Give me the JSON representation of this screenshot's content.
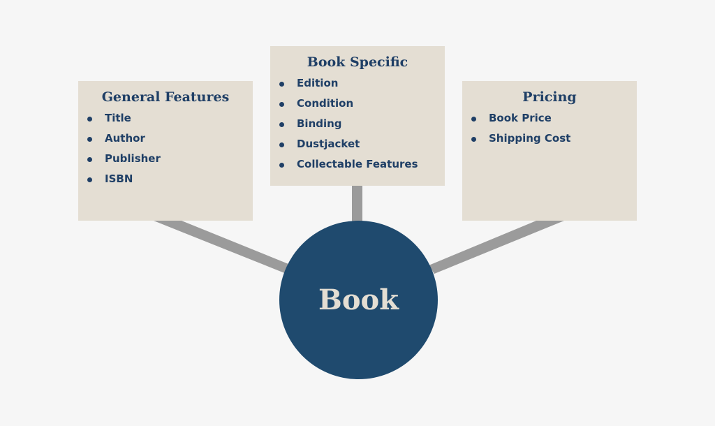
{
  "hub": {
    "label": "Book"
  },
  "cards": {
    "general": {
      "title": "General Features",
      "items": [
        "Title",
        "Author",
        "Publisher",
        "ISBN"
      ]
    },
    "book_specific": {
      "title": "Book Specific",
      "items": [
        "Edition",
        "Condition",
        "Binding",
        "Dustjacket",
        "Collectable Features"
      ]
    },
    "pricing": {
      "title": "Pricing",
      "items": [
        "Book Price",
        "Shipping Cost"
      ]
    }
  },
  "colors": {
    "background": "#f6f6f6",
    "card_fill": "#e4ded3",
    "hub_fill": "#1f4a6e",
    "text_navy": "#1f3f66",
    "connector": "#9b9b9b"
  }
}
